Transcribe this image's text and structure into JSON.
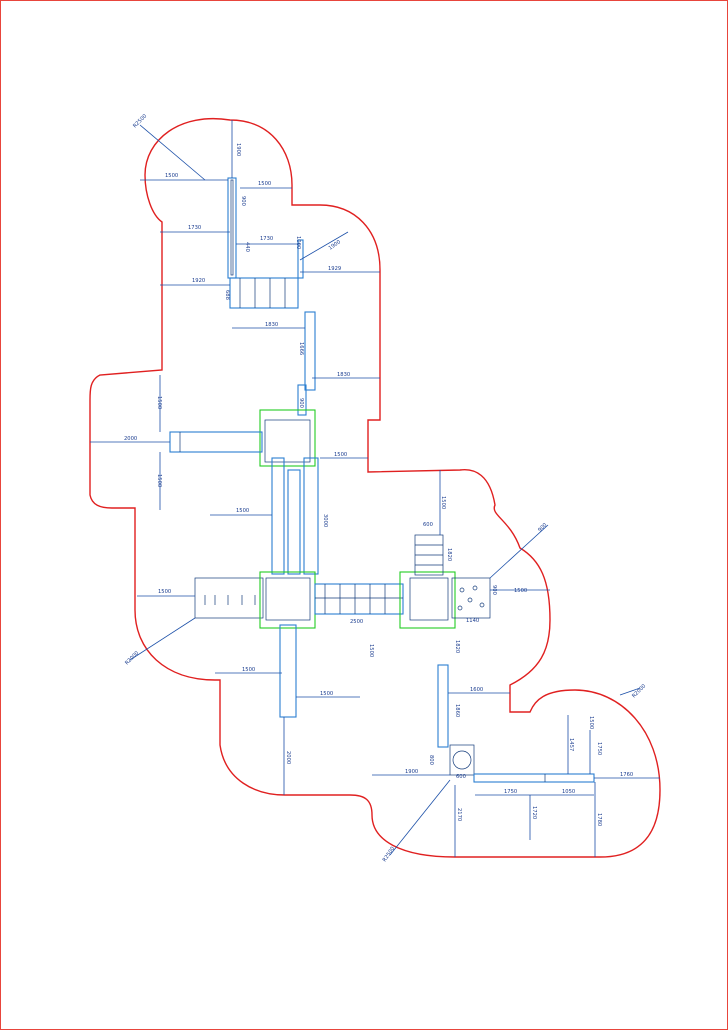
{
  "dimensions": {
    "r_top": "R2500",
    "top_w1": "1500",
    "top_w2": "1500",
    "top_h1": "1900",
    "top_h2": "900",
    "w1730a": "1730",
    "w1730b": "1730",
    "h440": "440",
    "h1000": "1000",
    "r1900": "1900",
    "w1920": "1920",
    "w1929": "1929",
    "h688": "688",
    "w1830": "1830",
    "h1666": "1666",
    "w1830b": "1830",
    "h900": "900",
    "h1500a": "1500",
    "w2000": "2000",
    "h1500b": "1500",
    "w1500a": "1500",
    "w1500b": "1500",
    "h3000": "3000",
    "h1500c": "1500",
    "w600": "600",
    "h1820": "1820",
    "r900": "900",
    "w1500c": "1500",
    "h900b": "900",
    "w1140": "1140",
    "w1500d": "1500",
    "r2000": "R2000",
    "w2500": "2500",
    "h1500d": "1500",
    "h1820b": "1820",
    "w1500e": "1500",
    "w1500f": "1500",
    "w1600": "1600",
    "h1860": "1860",
    "h2000": "2000",
    "r2000b": "R2000",
    "h1500e": "1500",
    "h1457": "1457",
    "h1750": "1750",
    "w1900": "1900",
    "h800": "800",
    "w600b": "600",
    "w1760": "1760",
    "w1750": "1750",
    "w1050": "1050",
    "h2170": "2170",
    "h1720": "1720",
    "h1780": "1780",
    "r2500b": "R2500"
  },
  "colors": {
    "zone": "#e02020",
    "structure": "#2a7fd0",
    "platform": "#22cc22",
    "dimension": "#1b4fa8"
  }
}
